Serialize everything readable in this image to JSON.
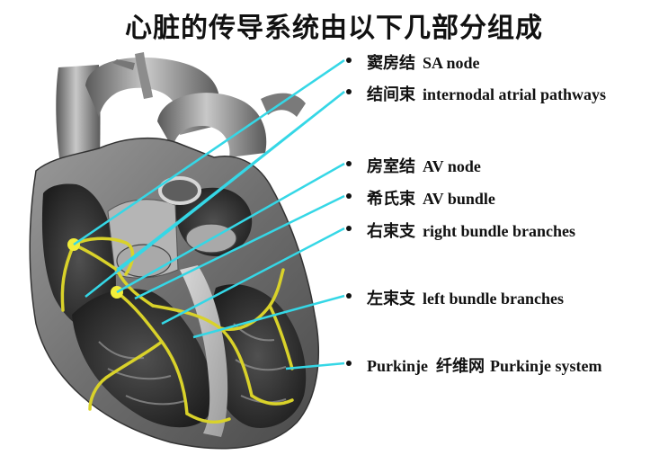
{
  "title": "心脏的传导系统由以下几部分组成",
  "labels": [
    {
      "cn": "窦房结",
      "en": "SA node"
    },
    {
      "cn": "结间束",
      "en": "internodal atrial pathways"
    },
    {
      "cn": "房室结",
      "en": "AV node"
    },
    {
      "cn": "希氏束",
      "en": "AV bundle"
    },
    {
      "cn": "右束支",
      "en": "right bundle branches"
    },
    {
      "cn": "左束支",
      "en": "left bundle branches"
    },
    {
      "cn": "Purkinje  纤维网",
      "en": "Purkinje system"
    }
  ],
  "colors": {
    "leader_line": "#35d7e6",
    "conduction": "#d9d22a",
    "node": "#f2ee3a",
    "tissue_dark": "#3c3c3c",
    "tissue_mid": "#8a8a8a",
    "tissue_light": "#cfcfcf"
  }
}
